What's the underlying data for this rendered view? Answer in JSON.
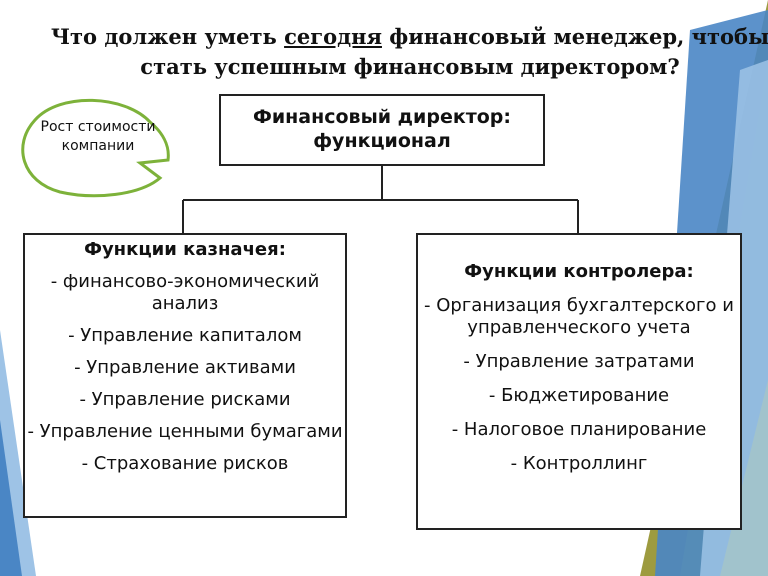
{
  "title": {
    "part1": "Что должен уметь ",
    "underlined": "сегодня",
    "part2": " финансовый менеджер, чтобы стать успешным финансовым директором?"
  },
  "bubble": {
    "line1": "Рост",
    "line2": "стоимости",
    "line3": "компании"
  },
  "director": {
    "line1": "Финансовый директор:",
    "line2": "функционал"
  },
  "treasurer": {
    "header": "Функции казначея:",
    "items": [
      "- финансово-экономический анализ",
      "- Управление капиталом",
      "- Управление активами",
      "- Управление рисками",
      "- Управление ценными бумагами",
      "- Страхование рисков"
    ]
  },
  "controller": {
    "header": "Функции контролера:",
    "items": [
      "- Организация бухгалтерского и управленческого учета",
      "- Управление затратами",
      "- Бюджетирование",
      "- Налоговое планирование",
      "- Контроллинг"
    ]
  },
  "colors": {
    "accent_green": "#b6bf3b",
    "accent_blue": "#4a86c5",
    "light_blue": "#9ec3e6",
    "olive": "#8c8a1d",
    "bubble_stroke": "#7db23a"
  }
}
